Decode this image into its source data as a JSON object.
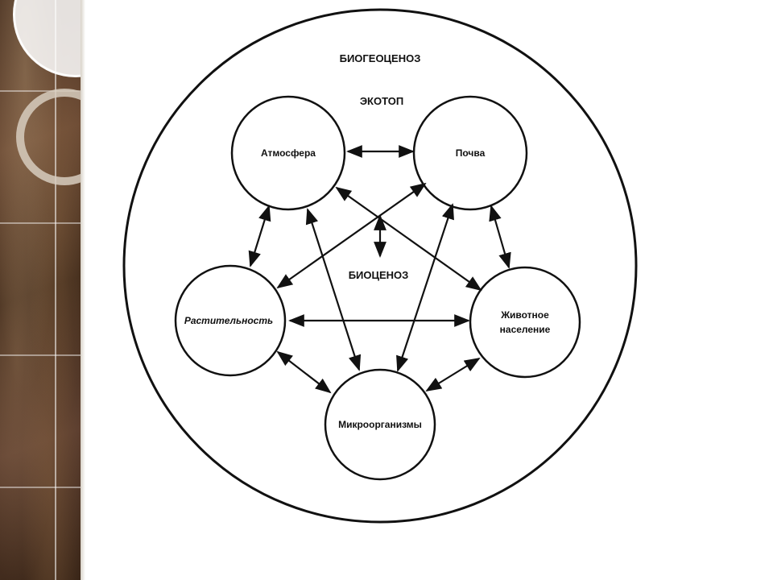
{
  "colors": {
    "ink": "#111111",
    "background": "#ffffff",
    "marble": "#4a3222"
  },
  "diagram": {
    "outer_label": "БИОГЕОЦЕНОЗ",
    "ecotope_label": "ЭКОТОП",
    "biocenosis_label": "БИОЦЕНОЗ",
    "nodes": {
      "atmosphere": "Атмосфера",
      "soil": "Почва",
      "vegetation": "Растительность",
      "animals_line1": "Животное",
      "animals_line2": "население",
      "microorganisms": "Микроорганизмы"
    }
  }
}
